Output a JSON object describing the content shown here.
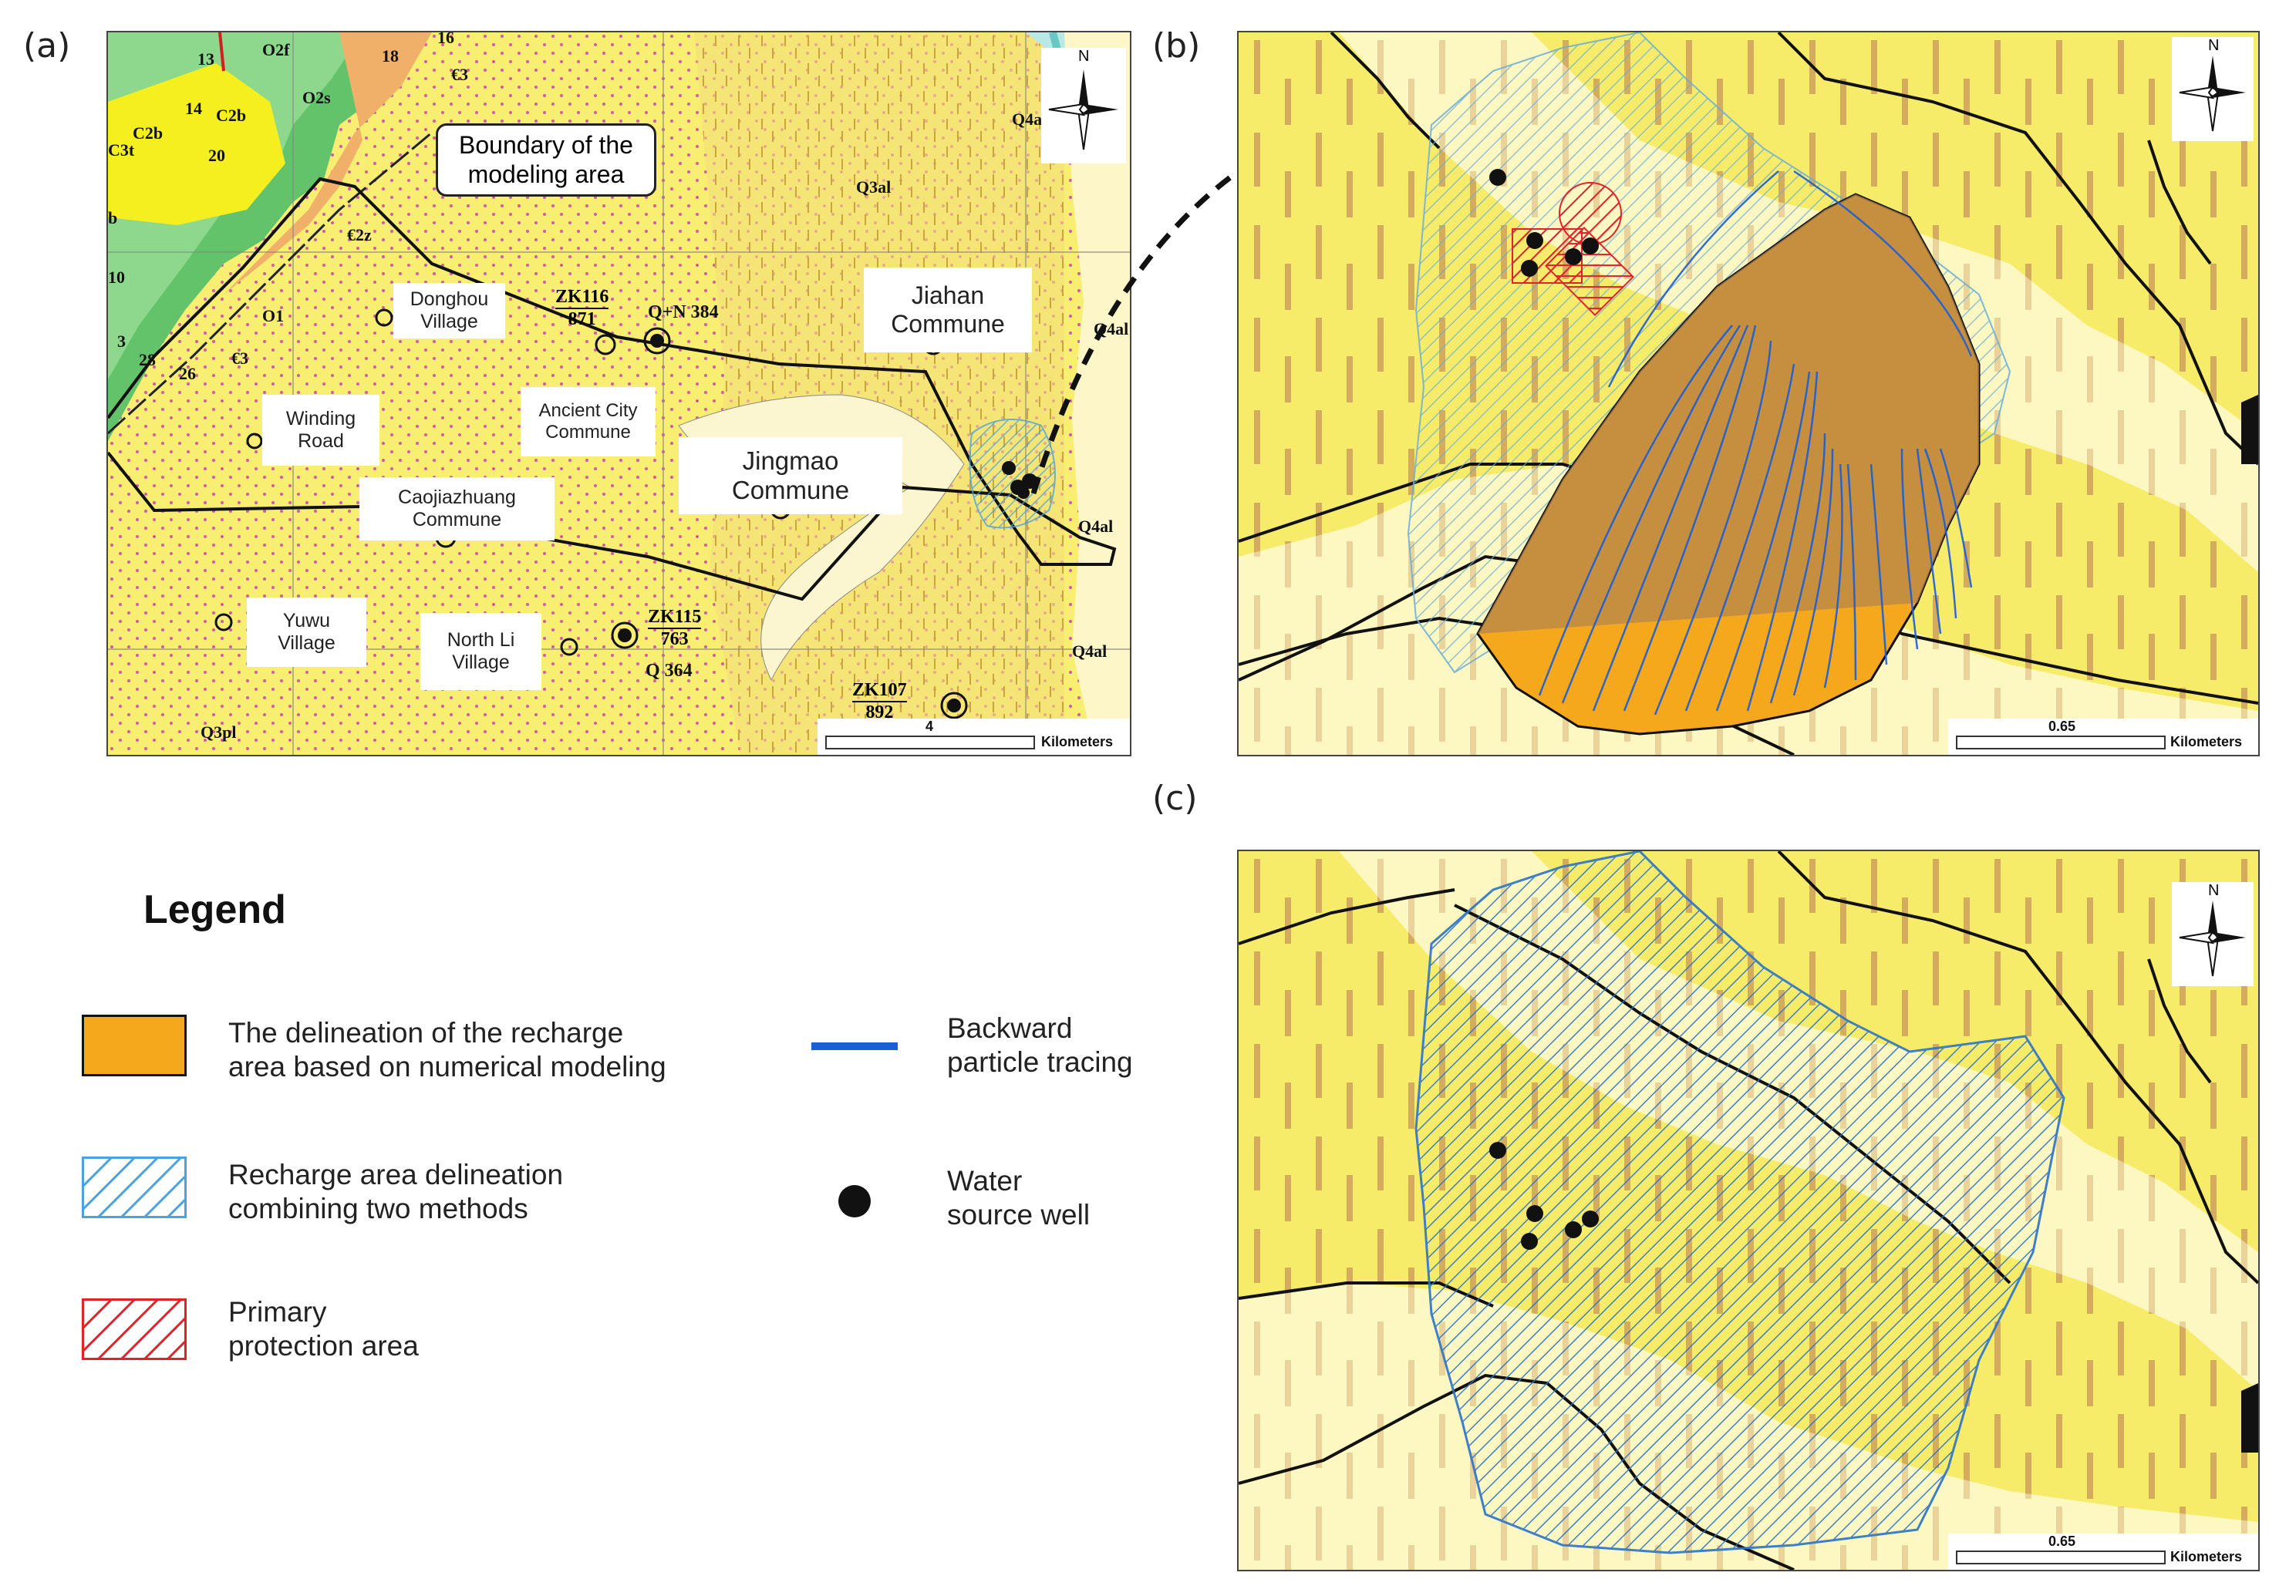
{
  "panels": {
    "a": {
      "letter": "(a)"
    },
    "b": {
      "letter": "(b)"
    },
    "c": {
      "letter": "(c)"
    }
  },
  "map_a": {
    "callout": "Boundary of the\nmodeling area",
    "places": [
      {
        "id": "donghou",
        "text": "Donghou\nVillage"
      },
      {
        "id": "jiahan",
        "text": "Jiahan\nCommune"
      },
      {
        "id": "ancient",
        "text": "Ancient City\nCommune"
      },
      {
        "id": "winding",
        "text": "Winding\nRoad"
      },
      {
        "id": "jingmao",
        "text": "Jingmao\nCommune"
      },
      {
        "id": "caojia",
        "text": "Caojiazhuang\nCommune"
      },
      {
        "id": "yuwu",
        "text": "Yuwu\nVillage"
      },
      {
        "id": "northli",
        "text": "North Li\nVillage"
      }
    ],
    "geology_labels": [
      "13",
      "O2f",
      "18",
      "16",
      "€3",
      "O2s",
      "14",
      "C2b",
      "C3t",
      "C2b",
      "20",
      "b",
      "€2z",
      "10",
      "O1",
      "3",
      "28",
      "26",
      "€3",
      "Q4al",
      "Q3al",
      "Q4al",
      "Q4al",
      "Q4al",
      "Q3pl"
    ],
    "boreholes": [
      {
        "id": "ZK116",
        "depth": "871",
        "note": "Q+N 384"
      },
      {
        "id": "ZK115",
        "depth": "763",
        "note": "Q 364"
      },
      {
        "id": "ZK107",
        "depth": "892",
        "note": ""
      }
    ],
    "scale_value": "4",
    "scale_unit": "Kilometers",
    "north": "N"
  },
  "map_b": {
    "scale_value": "0.65",
    "scale_unit": "Kilometers",
    "north": "N"
  },
  "map_c": {
    "scale_value": "0.65",
    "scale_unit": "Kilometers",
    "north": "N"
  },
  "legend": {
    "title": "Legend",
    "items": [
      {
        "id": "recharge",
        "text": "The delineation of the recharge\narea based on numerical modeling",
        "color": "#f5a81c"
      },
      {
        "id": "combined",
        "text": "Recharge area delineation\ncombining two methods",
        "color": "#4aa3e0"
      },
      {
        "id": "primary",
        "text": "Primary\nprotection area",
        "color": "#e0232b"
      },
      {
        "id": "backward",
        "text": "Backward\nparticle tracing",
        "color": "#1a5fd6"
      },
      {
        "id": "well",
        "text": "Water\nsource well",
        "color": "#111111"
      }
    ]
  }
}
